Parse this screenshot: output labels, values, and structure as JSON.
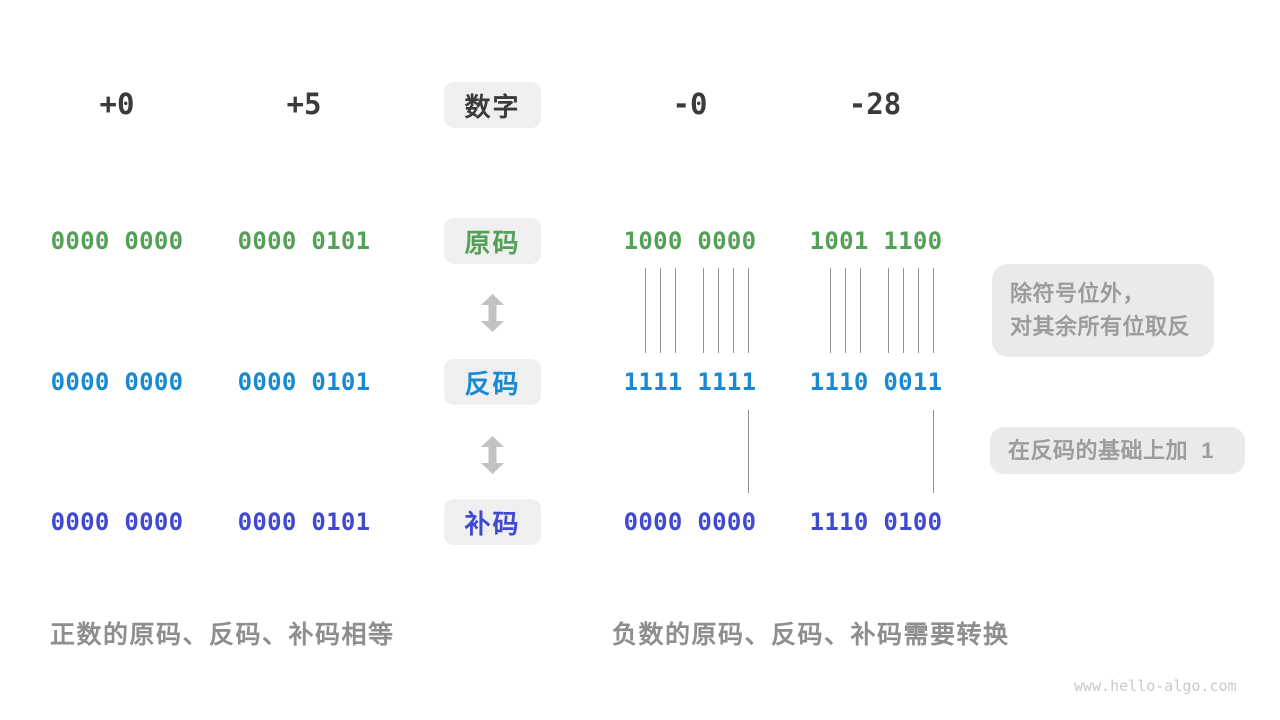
{
  "header": {
    "label": "数字",
    "columns": [
      "+0",
      "+5",
      "-0",
      "-28"
    ]
  },
  "rows": [
    {
      "label": "原码",
      "color": "#55a057",
      "values": [
        "0000 0000",
        "0000 0101",
        "1000 0000",
        "1001 1100"
      ]
    },
    {
      "label": "反码",
      "color": "#1989d1",
      "values": [
        "0000 0000",
        "0000 0101",
        "1111 1111",
        "1110 0011"
      ]
    },
    {
      "label": "补码",
      "color": "#4149ce",
      "values": [
        "0000 0000",
        "0000 0101",
        "0000 0000",
        "1110 0100"
      ]
    }
  ],
  "annotations": {
    "invert_line1": "除符号位外，",
    "invert_line2": "对其余所有位取反",
    "add_one": "在反码的基础上加  1"
  },
  "captions": {
    "positive": "正数的原码、反码、补码相等",
    "negative": "负数的原码、反码、补码需要转换"
  },
  "watermark": "www.hello-algo.com",
  "colors": {
    "header_text": "#3b3b3b",
    "pill_background": "#efefef",
    "arrow": "#c2c2c2",
    "connector_line": "#8f8f8f",
    "annotation_background": "#eaeaea",
    "annotation_text": "#9c9c9c",
    "caption_text": "#8e8e8e",
    "watermark_text": "#c9c9c9"
  }
}
